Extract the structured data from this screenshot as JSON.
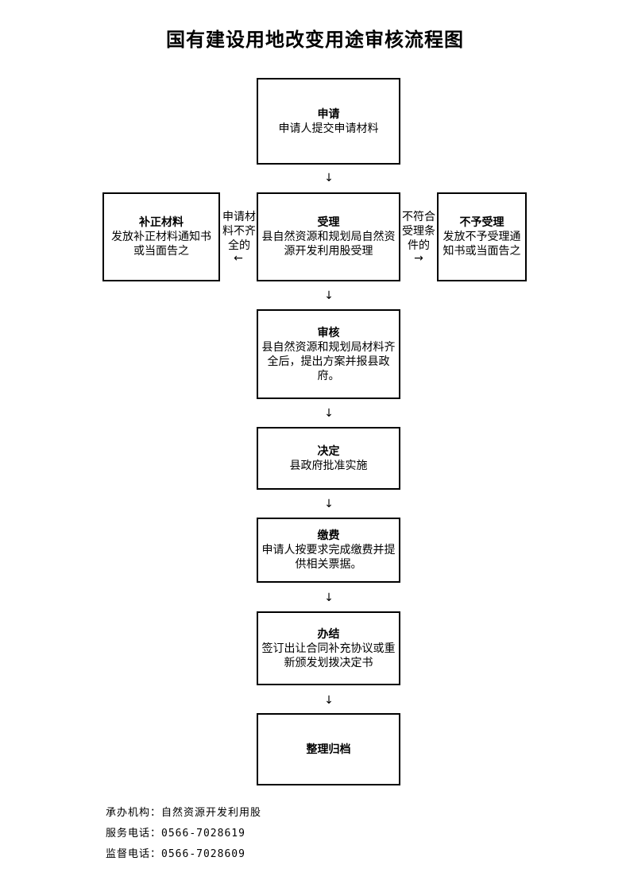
{
  "title": "国有建设用地改变用途审核流程图",
  "steps": {
    "apply": {
      "head": "申请",
      "body": "申请人提交申请材料"
    },
    "accept": {
      "head": "受理",
      "body": "县自然资源和规划局自然资源开发利用股受理"
    },
    "supplement": {
      "head": "补正材料",
      "body": "发放补正材料通知书或当面告之"
    },
    "reject": {
      "head": "不予受理",
      "body": "发放不予受理通知书或当面告之"
    },
    "review": {
      "head": "审核",
      "body": "县自然资源和规划局材料齐全后，提出方案并报县政府。"
    },
    "decide": {
      "head": "决定",
      "body": "县政府批准实施"
    },
    "pay": {
      "head": "缴费",
      "body": "申请人按要求完成缴费并提供相关票据。"
    },
    "finish": {
      "head": "办结",
      "body": "签订出让合同补充协议或重新颁发划拨决定书"
    },
    "archive": {
      "head": "整理归档"
    }
  },
  "branch_labels": {
    "incomplete": "申请材料不齐全的",
    "ineligible": "不符合受理条件的"
  },
  "arrows": {
    "down": "↓",
    "left": "←",
    "right": "→"
  },
  "footer": {
    "organizer_label": "承办机构：",
    "organizer_value": "自然资源开发利用股",
    "service_label": "服务电话：",
    "service_value": "0566-7028619",
    "supervise_label": "监督电话：",
    "supervise_value": "0566-7028609"
  }
}
